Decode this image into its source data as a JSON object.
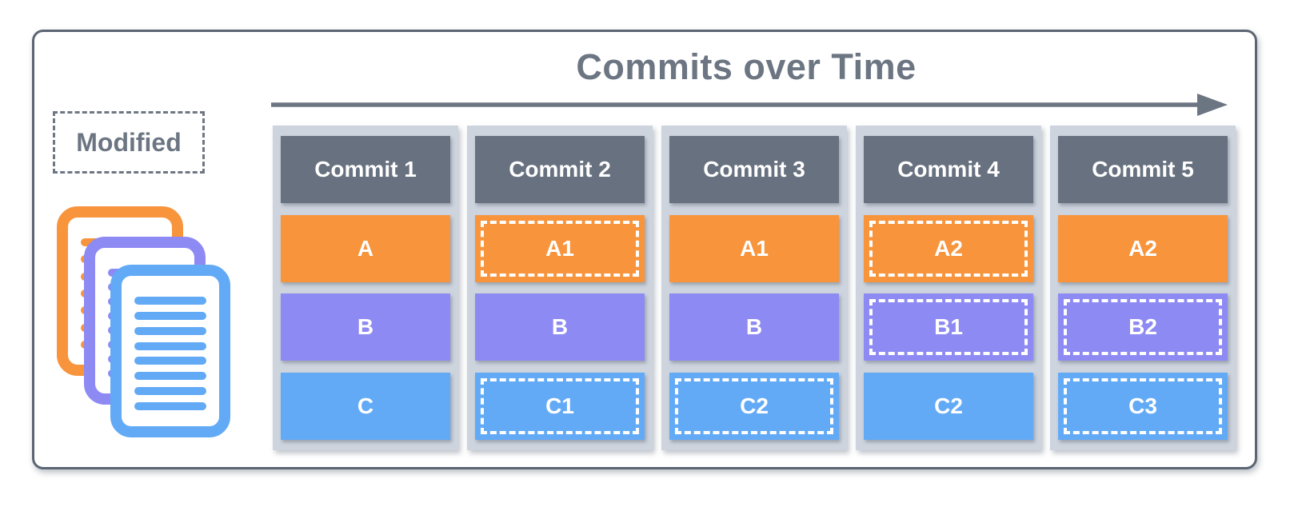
{
  "diagram": {
    "title": "Commits over Time",
    "arrow": {
      "name": "time-arrow",
      "direction": "right",
      "color": "#6c7582"
    },
    "legend": {
      "label": "Modified",
      "style": "dashed-border"
    },
    "file_stack_icon": {
      "name": "document-stack-icon",
      "layers": [
        {
          "name": "back-document",
          "color": "#F7943C"
        },
        {
          "name": "middle-document",
          "color": "#8E8AF3"
        },
        {
          "name": "front-document",
          "color": "#63AAF6"
        }
      ]
    },
    "colors": {
      "frame_border": "#5b6573",
      "title_text": "#6c7582",
      "column_background": "#cdd4de",
      "header_background": "#68717f",
      "header_text": "#ffffff",
      "cell_text": "#ffffff",
      "modified_border": "#ffffff",
      "file_a_orange": "#F7943C",
      "file_b_purple": "#8E8AF3",
      "file_c_blue": "#63AAF6"
    },
    "row_colors": [
      "#F7943C",
      "#8E8AF3",
      "#63AAF6"
    ],
    "columns": [
      {
        "header": "Commit 1",
        "cells": [
          {
            "label": "A",
            "modified": false
          },
          {
            "label": "B",
            "modified": false
          },
          {
            "label": "C",
            "modified": false
          }
        ]
      },
      {
        "header": "Commit 2",
        "cells": [
          {
            "label": "A1",
            "modified": true
          },
          {
            "label": "B",
            "modified": false
          },
          {
            "label": "C1",
            "modified": true
          }
        ]
      },
      {
        "header": "Commit 3",
        "cells": [
          {
            "label": "A1",
            "modified": false
          },
          {
            "label": "B",
            "modified": false
          },
          {
            "label": "C2",
            "modified": true
          }
        ]
      },
      {
        "header": "Commit 4",
        "cells": [
          {
            "label": "A2",
            "modified": true
          },
          {
            "label": "B1",
            "modified": true
          },
          {
            "label": "C2",
            "modified": false
          }
        ]
      },
      {
        "header": "Commit 5",
        "cells": [
          {
            "label": "A2",
            "modified": false
          },
          {
            "label": "B2",
            "modified": true
          },
          {
            "label": "C3",
            "modified": true
          }
        ]
      }
    ]
  }
}
